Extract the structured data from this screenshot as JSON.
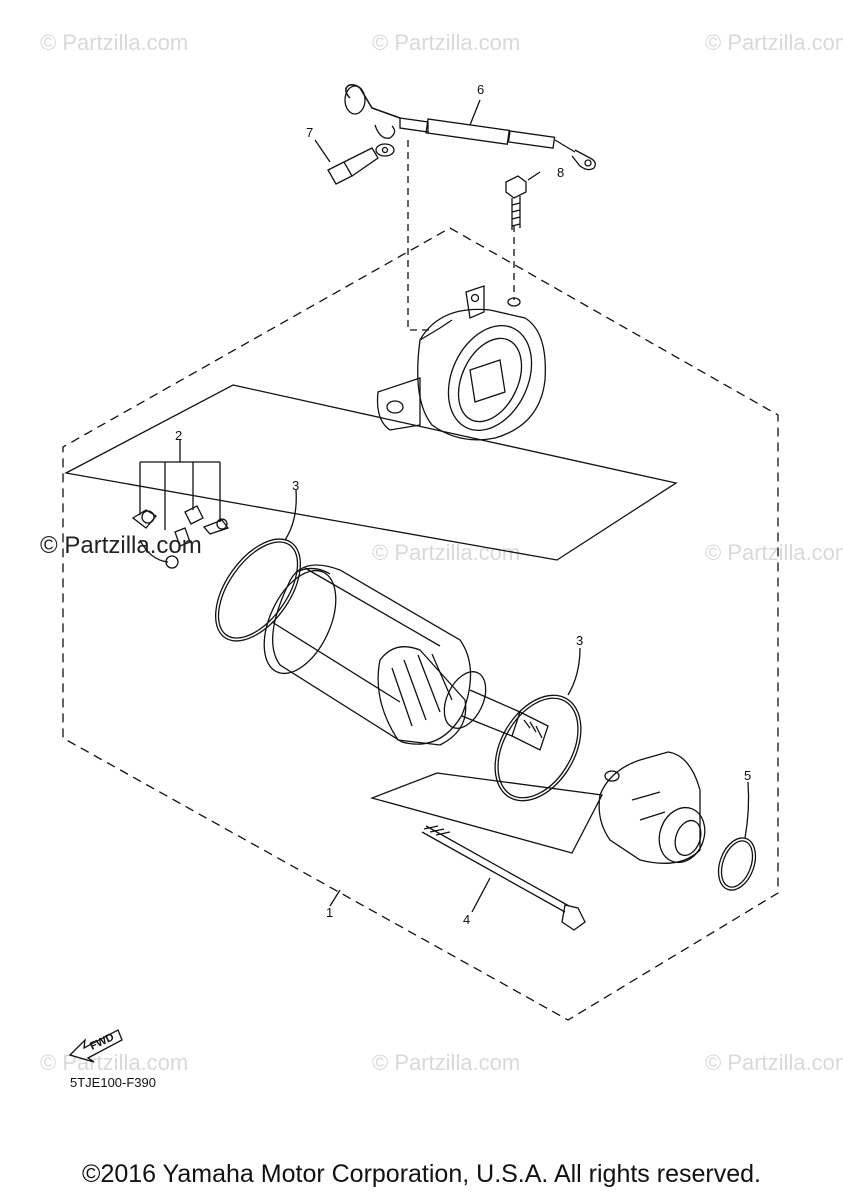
{
  "watermarks": {
    "text": "© Partzilla.com",
    "highlighted_text": "© Partzilla.com"
  },
  "callouts": {
    "c1": "1",
    "c2": "2",
    "c3a": "3",
    "c3b": "3",
    "c4": "4",
    "c5": "5",
    "c6": "6",
    "c7": "7",
    "c8": "8"
  },
  "fwd_label": "FWD",
  "drawing_code": "5TJE100-F390",
  "copyright": "©2016 Yamaha Motor Corporation, U.S.A. All rights reserved."
}
